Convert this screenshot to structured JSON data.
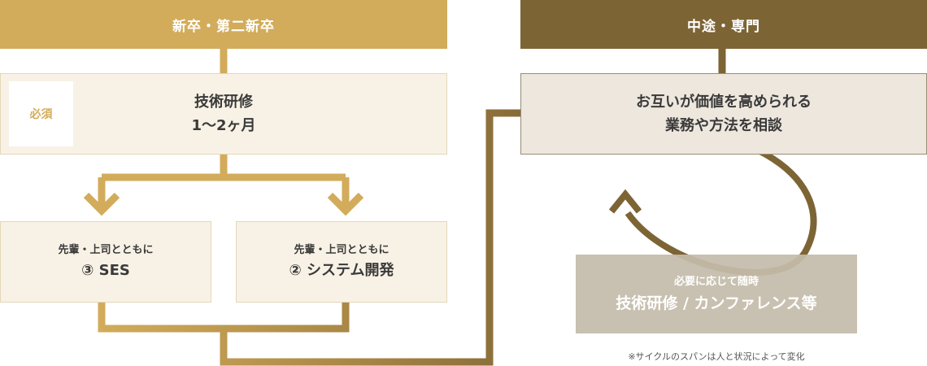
{
  "headers": {
    "left": "新卒・第二新卒",
    "right": "中途・専門"
  },
  "main_box": {
    "badge": "必須",
    "line1": "技術研修",
    "line2": "1〜2ヶ月"
  },
  "sub_boxes": [
    {
      "small": "先輩・上司とともに",
      "big": "③ SES"
    },
    {
      "small": "先輩・上司とともに",
      "big": "② システム開発"
    }
  ],
  "right_box": {
    "line1": "お互いが価値を高められる",
    "line2": "業務や方法を相談"
  },
  "cycle_box": {
    "small": "必要に応じて随時",
    "big": "技術研修 / カンファレンス等"
  },
  "note": "※サイクルのスパンは人と状況によって変化",
  "colors": {
    "gold": "#d2ac5b",
    "brown": "#7d6435",
    "box_fill": "#f8f2e6",
    "cycle_fill": "#c4bbaa"
  }
}
